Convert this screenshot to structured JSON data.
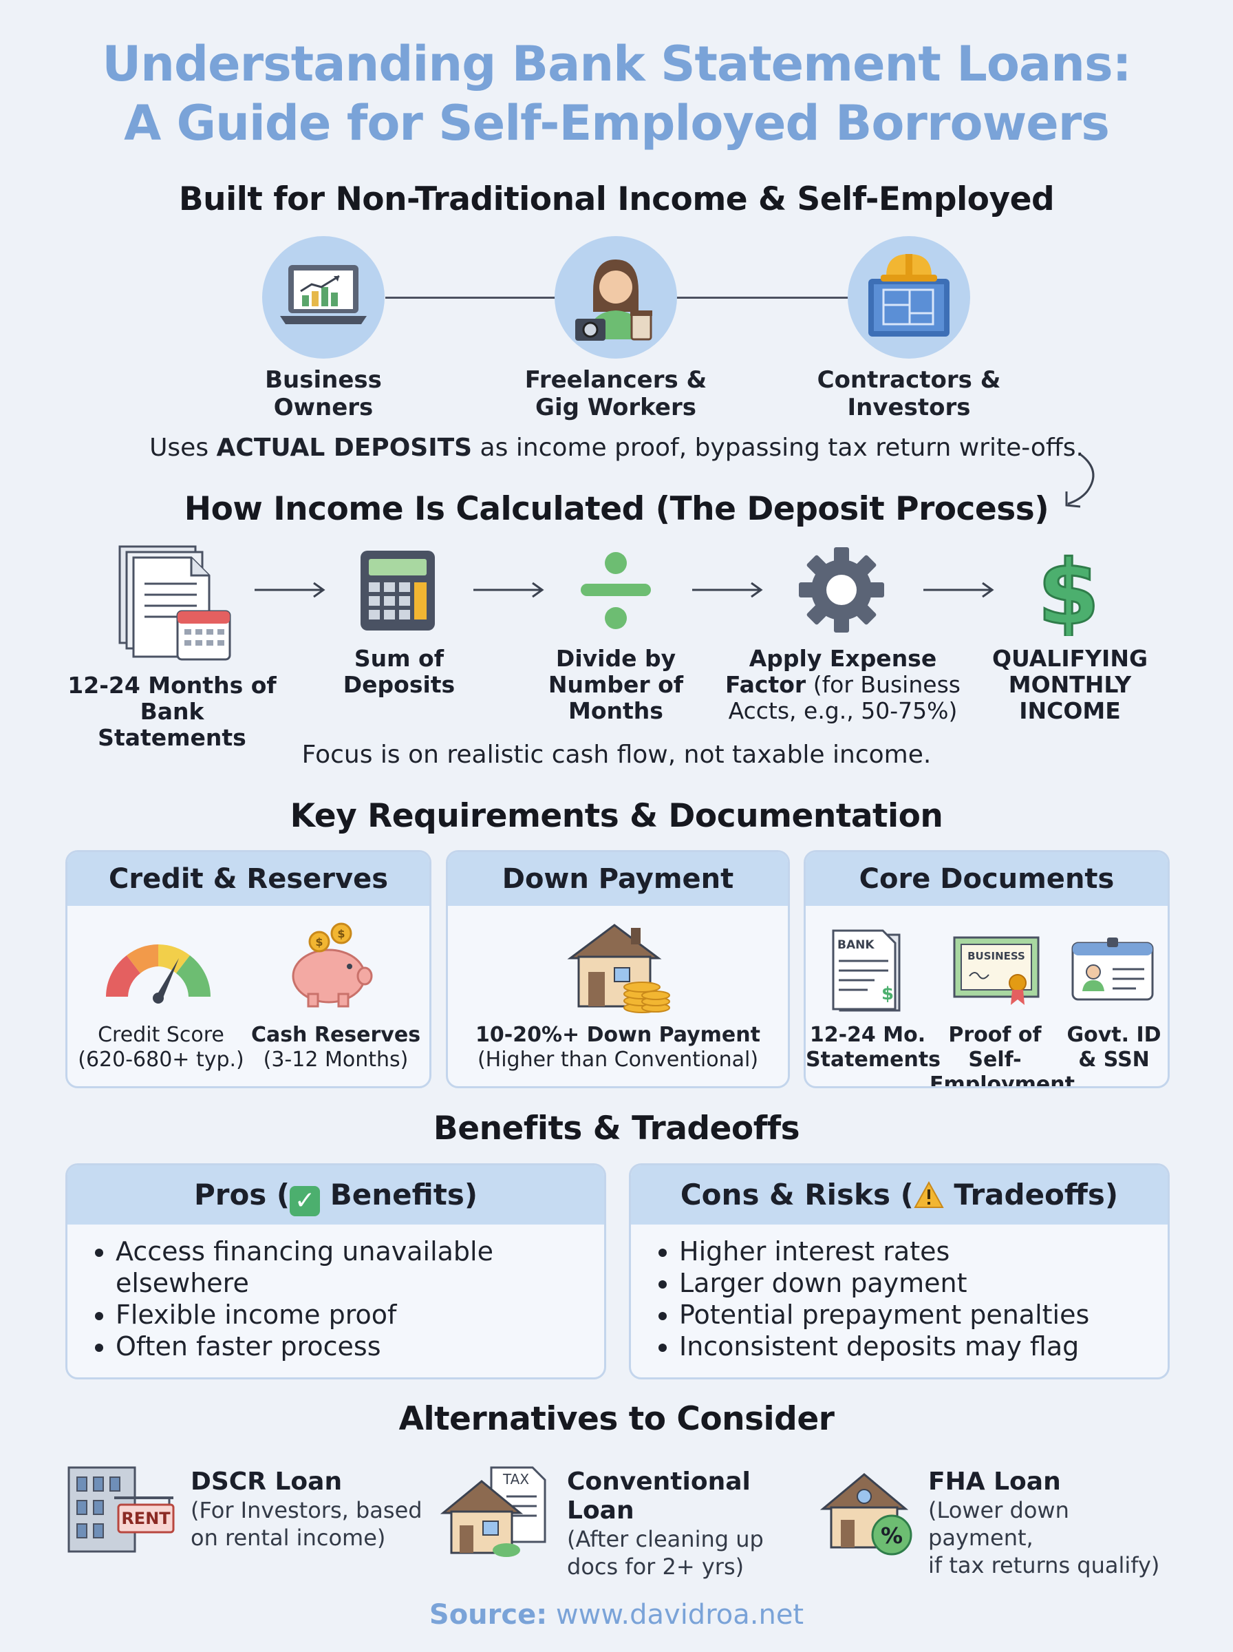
{
  "header": {
    "title_line1": "Understanding Bank Statement Loans:",
    "title_line2": "A Guide for Self-Employed Borrowers"
  },
  "audience": {
    "heading": "Built for Non-Traditional Income & Self-Employed",
    "items": [
      {
        "line1": "Business",
        "line2": "Owners",
        "icon": "laptop-chart-icon"
      },
      {
        "line1": "Freelancers &",
        "line2": "Gig Workers",
        "icon": "freelancer-camera-icon"
      },
      {
        "line1": "Contractors &",
        "line2": "Investors",
        "icon": "hardhat-blueprint-icon"
      }
    ],
    "note_pre": "Uses ",
    "note_bold": "ACTUAL DEPOSITS",
    "note_post": " as income proof, bypassing tax return write-offs."
  },
  "process": {
    "heading": "How Income Is Calculated (The Deposit Process)",
    "steps": [
      {
        "line1": "12-24 Months of",
        "line2": "Bank Statements",
        "icon": "statements-calendar-icon"
      },
      {
        "line1": "Sum of",
        "line2": "Deposits",
        "icon": "calculator-icon"
      },
      {
        "line1": "Divide by",
        "line2": "Number of",
        "line3": "Months",
        "icon": "divide-icon"
      },
      {
        "line1": "Apply Expense",
        "line2_bold": "Factor",
        "line2_rest": " (for Business",
        "line3": "Accts, e.g., 50-75%)",
        "icon": "gear-icon"
      },
      {
        "line1": "QUALIFYING",
        "line2": "MONTHLY",
        "line3": "INCOME",
        "icon": "dollar-icon"
      }
    ],
    "note": "Focus is on realistic cash flow, not taxable income."
  },
  "requirements": {
    "heading": "Key Requirements & Documentation",
    "cards": [
      {
        "title": "Credit & Reserves",
        "items": [
          {
            "line1": "Credit Score",
            "line2": "(620-680+ typ.)"
          },
          {
            "line1": "Cash Reserves",
            "line2": "(3-12 Months)"
          }
        ]
      },
      {
        "title": "Down Payment",
        "items": [
          {
            "line1": "10-20%+ Down Payment",
            "line2": "(Higher than Conventional)"
          }
        ]
      },
      {
        "title": "Core Documents",
        "items": [
          {
            "line1": "12-24 Mo.",
            "line2": "Statements",
            "badge": "BANK"
          },
          {
            "line1": "Proof of Self-",
            "line2": "Employment",
            "badge": "BUSINESS"
          },
          {
            "line1": "Govt. ID",
            "line2": "& SSN"
          }
        ]
      }
    ]
  },
  "benefits": {
    "heading": "Benefits & Tradeoffs",
    "pros": {
      "title_pre": "Pros (",
      "title_post": " Benefits)",
      "items": [
        "Access financing unavailable elsewhere",
        "Flexible income proof",
        "Often faster process"
      ]
    },
    "cons": {
      "title_pre": "Cons & Risks (",
      "title_post": " Tradeoffs)",
      "items": [
        "Higher interest rates",
        "Larger down payment",
        "Potential prepayment penalties",
        "Inconsistent deposits may flag"
      ]
    }
  },
  "alternatives": {
    "heading": "Alternatives to Consider",
    "items": [
      {
        "title": "DSCR Loan",
        "line1": "(For Investors, based",
        "line2": "on rental income)",
        "badge": "RENT"
      },
      {
        "title": "Conventional Loan",
        "line1": "(After cleaning up",
        "line2": "docs for 2+ yrs)",
        "badge": "TAX"
      },
      {
        "title": "FHA Loan",
        "line1": "(Lower down payment,",
        "line2": "if tax returns qualify)",
        "badge": "%"
      }
    ]
  },
  "footer": {
    "source_label": "Source:",
    "source_url": " www.davidroa.net"
  },
  "colors": {
    "title": "#7aa3d8",
    "card_header": "#c6dbf2",
    "circle": "#b9d3f0",
    "money_green": "#4caf6e"
  }
}
